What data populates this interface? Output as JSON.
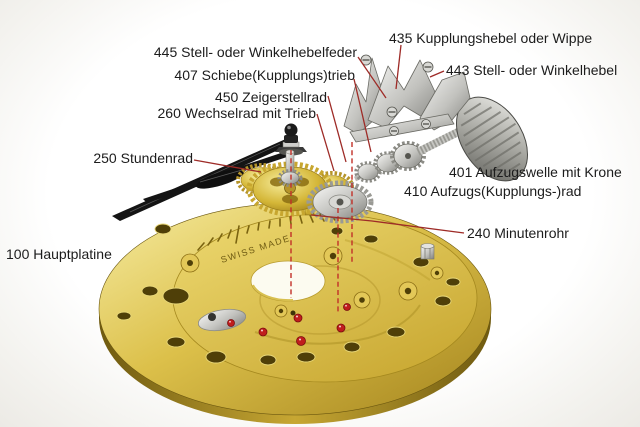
{
  "diagram": {
    "kind": "exploded-view-diagram",
    "subject": "mechanical watch movement motion works on main plate",
    "language": "German"
  },
  "plate_marking": "SWISS MADE",
  "labels": [
    {
      "id": "445",
      "text": "445 Stell- oder Winkelhebelfeder"
    },
    {
      "id": "407",
      "text": "407 Schiebe(Kupplungs)trieb"
    },
    {
      "id": "450",
      "text": "450 Zeigerstellrad"
    },
    {
      "id": "260",
      "text": "260 Wechselrad mit Trieb"
    },
    {
      "id": "250",
      "text": "250 Stundenrad"
    },
    {
      "id": "100",
      "text": "100 Hauptplatine"
    },
    {
      "id": "435",
      "text": "435 Kupplungshebel oder Wippe"
    },
    {
      "id": "443",
      "text": "443 Stell- oder Winkelhebel"
    },
    {
      "id": "401",
      "text": "401 Aufzugswelle mit Krone"
    },
    {
      "id": "410",
      "text": "410 Aufzugs(Kupplungs-)rad"
    },
    {
      "id": "240",
      "text": "240 Minutenrohr"
    }
  ],
  "colors": {
    "background": "#ffffff",
    "plate_gold": "#d9bc4a",
    "plate_gold_dark": "#8a6d14",
    "steel": "#c9c9c5",
    "jewel_red": "#c01d1d",
    "leader_line_red": "#9e2b27",
    "axis_dashed_red": "#c23028",
    "label_text": "#1c1c1c"
  }
}
